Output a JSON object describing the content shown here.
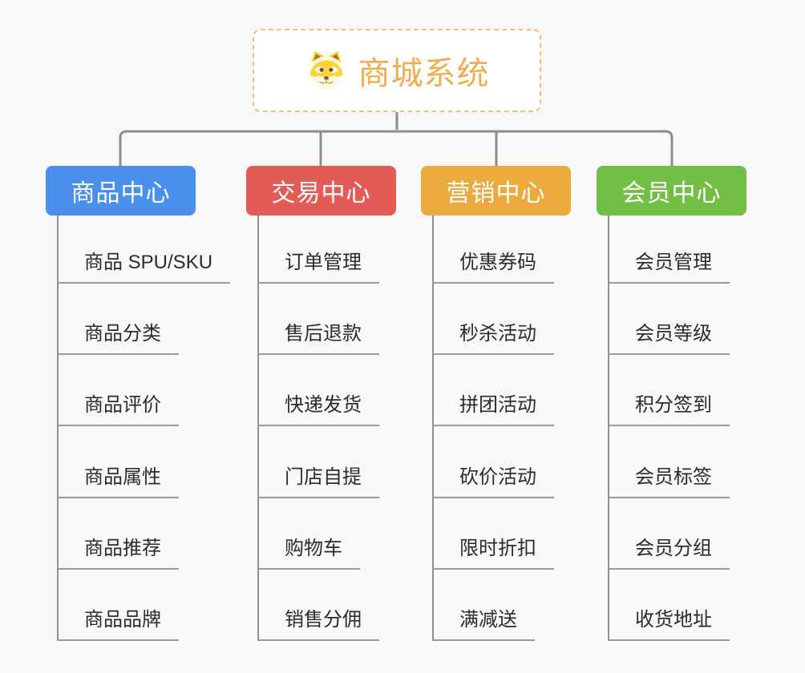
{
  "root": {
    "title": "商城系统",
    "icon": "shiba-dog-icon"
  },
  "branches": [
    {
      "label": "商品中心",
      "color": "#4a8feb",
      "children": [
        "商品 SPU/SKU",
        "商品分类",
        "商品评价",
        "商品属性",
        "商品推荐",
        "商品品牌"
      ]
    },
    {
      "label": "交易中心",
      "color": "#e45b56",
      "children": [
        "订单管理",
        "售后退款",
        "快递发货",
        "门店自提",
        "购物车",
        "销售分佣"
      ]
    },
    {
      "label": "营销中心",
      "color": "#ecaa3d",
      "children": [
        "优惠券码",
        "秒杀活动",
        "拼团活动",
        "砍价活动",
        "限时折扣",
        "满减送"
      ]
    },
    {
      "label": "会员中心",
      "color": "#73be44",
      "children": [
        "会员管理",
        "会员等级",
        "积分签到",
        "会员标签",
        "会员分组",
        "收货地址"
      ]
    }
  ],
  "colors": {
    "root_accent": "#f0ad4e",
    "root_border": "#f4be74",
    "node_background": "#ffffff",
    "connector_gray": "#8c8c8c",
    "underline_gray": "#999999",
    "leaf_text": "#2b2b2b",
    "canvas_background": "#f8f8f8"
  }
}
